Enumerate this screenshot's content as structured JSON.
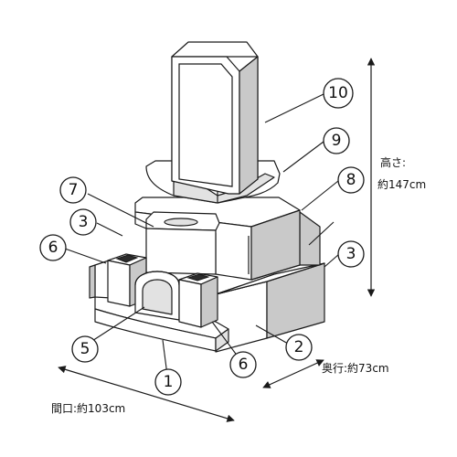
{
  "labels": [
    "1",
    "2",
    "3",
    "3",
    "5",
    "6",
    "6",
    "7",
    "8",
    "9",
    "10"
  ],
  "dimensions": {
    "height_label": "高さ:",
    "height_value": "約147cm",
    "depth": "奥行:約73cm",
    "width": "間口:約103cm"
  }
}
